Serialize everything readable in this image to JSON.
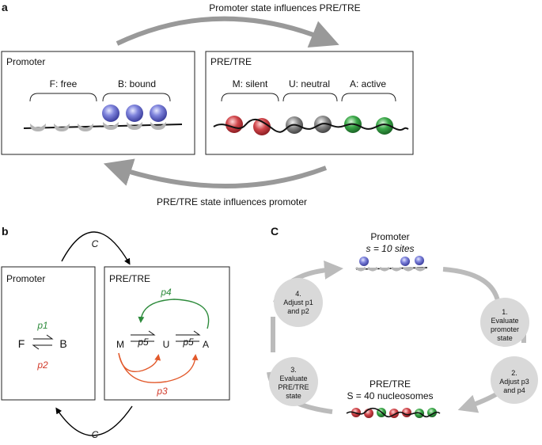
{
  "panel_a": {
    "label": "a",
    "top_arrow_text": "Promoter state influences PRE/TRE",
    "bottom_arrow_text": "PRE/TRE state influences promoter",
    "promoter_box": {
      "title": "Promoter",
      "free_label": "F: free",
      "bound_label": "B: bound"
    },
    "pre_box": {
      "title": "PRE/TRE",
      "silent_label": "M: silent",
      "neutral_label": "U: neutral",
      "active_label": "A: active"
    }
  },
  "panel_b": {
    "label": "b",
    "top_arrow_label": "C",
    "bottom_arrow_label": "C",
    "promoter_box": {
      "title": "Promoter",
      "state_f": "F",
      "state_b": "B",
      "rate_forward": "p1",
      "rate_back": "p2"
    },
    "pre_box": {
      "title": "PRE/TRE",
      "state_m": "M",
      "state_u": "U",
      "state_a": "A",
      "rate_mu": "p5",
      "rate_ua": "p5",
      "rate_top": "p4",
      "rate_bottom": "p3"
    }
  },
  "panel_c": {
    "label": "C",
    "promoter_title": "Promoter",
    "promoter_sites": "s = 10 sites",
    "pre_title": "PRE/TRE",
    "pre_nucleosomes": "S = 40 nucleosomes",
    "steps": [
      {
        "num": "1.",
        "line1": "Evaluate",
        "line2": "promoter",
        "line3": "state"
      },
      {
        "num": "2.",
        "line1": "Adjust p3",
        "line2": "and p4",
        "line3": ""
      },
      {
        "num": "3.",
        "line1": "Evaluate",
        "line2": "PRE/TRE",
        "line3": "state"
      },
      {
        "num": "4.",
        "line1": "Adjust p1",
        "line2": "and p2",
        "line3": ""
      }
    ]
  },
  "colors": {
    "silent": "#d0454a",
    "neutral": "#8a8a8a",
    "active": "#3aa848",
    "bound_protein": "#5a5fc4",
    "arrow_gray": "#999999",
    "rate_green": "#2e8b3c",
    "rate_red": "#d23a2a",
    "arrow_orange": "#e2592b"
  }
}
